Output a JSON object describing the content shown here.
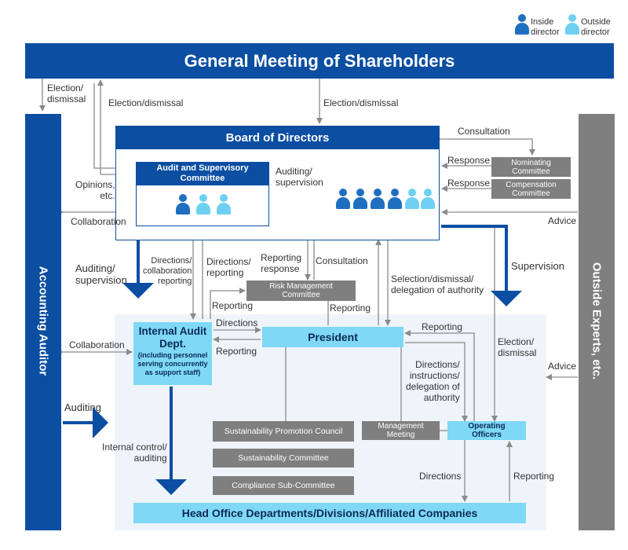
{
  "legend": {
    "inside": "Inside\ndirector",
    "outside": "Outside\ndirector"
  },
  "boxes": {
    "gms": "General Meeting of Shareholders",
    "board": "Board of Directors",
    "asc": "Audit and Supervisory Committee",
    "nominating": "Nominating Committee",
    "compensation": "Compensation Committee",
    "accounting_auditor": "Accounting Auditor",
    "outside_experts": "Outside Experts, etc.",
    "risk": "Risk Management Committee",
    "internal_audit_title": "Internal Audit Dept.",
    "internal_audit_sub": "(including personnel serving concurrently as support staff)",
    "president": "President",
    "spc": "Sustainability Promotion Council",
    "sc": "Sustainability Committee",
    "csc": "Compliance Sub-Committee",
    "mgmt_meeting": "Management Meeting",
    "operating_officers": "Operating Officers",
    "head_office": "Head Office Departments/Divisions/Affiliated Companies"
  },
  "labels": {
    "election_dismissal_left": "Election/\ndismissal",
    "election_dismissal_1": "Election/dismissal",
    "election_dismissal_2": "Election/dismissal",
    "consultation_top": "Consultation",
    "response_1": "Response",
    "response_2": "Response",
    "opinions": "Opinions,\netc.",
    "auditing_supervision_asc": "Auditing/\nsupervision",
    "collaboration_1": "Collaboration",
    "advice_1": "Advice",
    "auditing_supervision_left": "Auditing/\nsupervision",
    "directions_collab_reporting": "Directions/\ncollaboration\nreporting",
    "directions_reporting": "Directions/\nreporting",
    "reporting_response": "Reporting\nresponse",
    "consultation_mid": "Consultation",
    "supervision": "Supervision",
    "selection": "Selection/dismissal/\ndelegation of authority",
    "reporting_risk": "Reporting",
    "reporting_mid": "Reporting",
    "directions_pres": "Directions",
    "reporting_pres": "Reporting",
    "collaboration_2": "Collaboration",
    "reporting_oo": "Reporting",
    "election_dismissal_right": "Election/\ndismissal",
    "advice_2": "Advice",
    "directions_instr": "Directions/\ninstructions/\ndelegation of\nauthority",
    "auditing_bottom": "Auditing",
    "internal_control": "Internal control/\nauditing",
    "directions_bottom": "Directions",
    "reporting_bottom": "Reporting"
  },
  "colors": {
    "dark_blue": "#0b4ea2",
    "light_blue": "#7fd8f6",
    "gray": "#7f7f7f",
    "panel": "#eef4fa"
  }
}
